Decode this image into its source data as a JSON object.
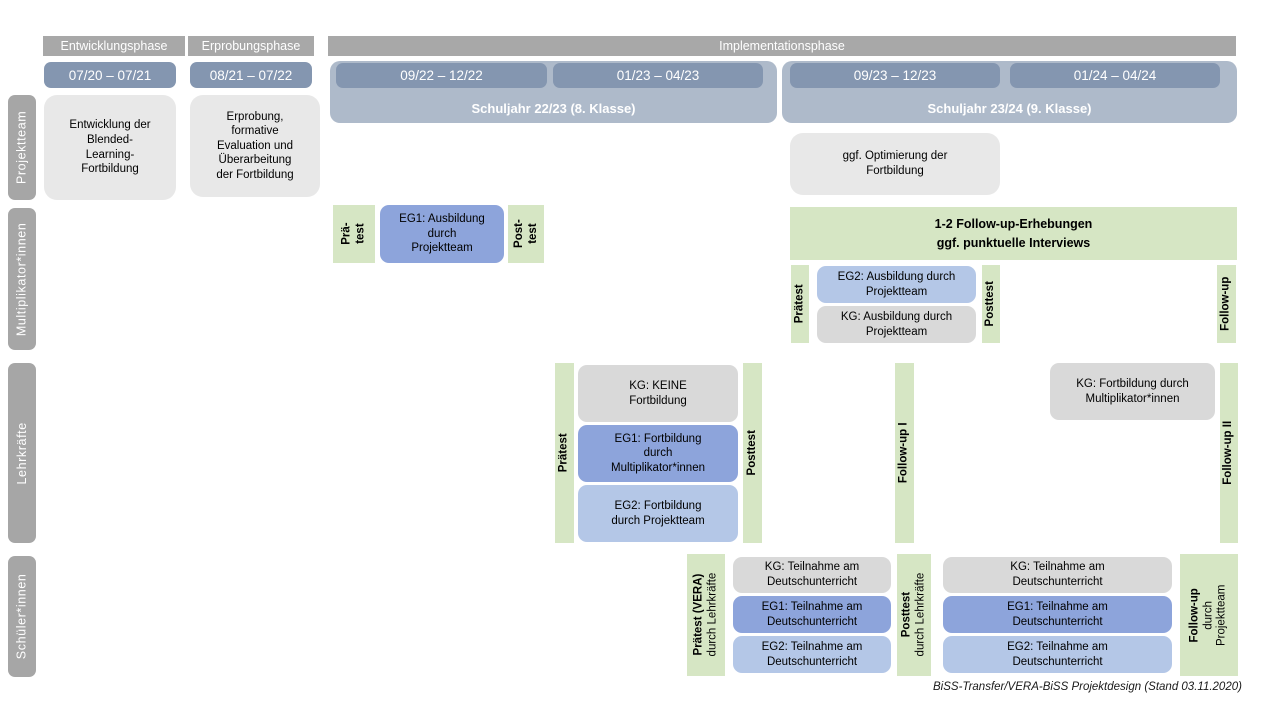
{
  "header": {
    "phases": {
      "entwicklung": "Entwicklungsphase",
      "erprobung": "Erprobungsphase",
      "implementation": "Implementationsphase"
    },
    "dates": [
      "07/20 – 07/21",
      "08/21 – 07/22",
      "09/22 – 12/22",
      "01/23 – 04/23",
      "09/23 – 12/23",
      "01/24 – 04/24"
    ],
    "school_years": [
      "Schuljahr 22/23 (8. Klasse)",
      "Schuljahr 23/24 (9. Klasse)"
    ]
  },
  "row_labels": [
    "Projektteam",
    "Multiplikator*innen",
    "Lehrkräfte",
    "Schüler*innen"
  ],
  "projektteam": {
    "entwicklung_box": {
      "lines": [
        "Entwicklung der",
        "Blended-",
        "Learning-",
        "Fortbildung"
      ]
    },
    "erprobung_box": {
      "lines": [
        "Erprobung,",
        "formative",
        "Evaluation und",
        "Überarbeitung",
        "der Fortbildung"
      ]
    },
    "optimierung_box": {
      "lines": [
        "ggf. Optimierung der",
        "Fortbildung"
      ]
    }
  },
  "multiplikatoren": {
    "praetest1": {
      "lines": [
        "Prä-",
        "test"
      ]
    },
    "eg1": {
      "lines": [
        "EG1: Ausbildung",
        "durch",
        "Projektteam"
      ]
    },
    "posttest1": {
      "lines": [
        "Post-",
        "test"
      ]
    },
    "followup_erhebungen": {
      "lines": [
        "1-2 Follow-up-Erhebungen",
        "ggf. punktuelle Interviews"
      ]
    },
    "praetest2": "Prätest",
    "eg2": {
      "lines": [
        "EG2: Ausbildung durch",
        "Projektteam"
      ]
    },
    "kg": {
      "lines": [
        "KG: Ausbildung durch",
        "Projektteam"
      ]
    },
    "posttest2": "Posttest",
    "followup": "Follow-up"
  },
  "lehrkraefte": {
    "praetest": "Prätest",
    "kg1": {
      "lines": [
        "KG: KEINE",
        "Fortbildung"
      ]
    },
    "eg1": {
      "lines": [
        "EG1: Fortbildung",
        "durch",
        "Multiplikator*innen"
      ]
    },
    "eg2": {
      "lines": [
        "EG2: Fortbildung",
        "durch Projektteam"
      ]
    },
    "posttest": "Posttest",
    "followup1": "Follow-up I",
    "kg2": {
      "lines": [
        "KG: Fortbildung durch",
        "Multiplikator*innen"
      ]
    },
    "followup2": "Follow-up II"
  },
  "schueler": {
    "praetest": {
      "bold": "Prätest (VERA)",
      "sub": "durch Lehrkräfte"
    },
    "sem1": {
      "kg": {
        "lines": [
          "KG: Teilnahme am",
          "Deutschunterricht"
        ]
      },
      "eg1": {
        "lines": [
          "EG1: Teilnahme am",
          "Deutschunterricht"
        ]
      },
      "eg2": {
        "lines": [
          "EG2: Teilnahme am",
          "Deutschunterricht"
        ]
      }
    },
    "posttest": {
      "bold": "Posttest",
      "sub": "durch Lehrkräfte"
    },
    "sem2": {
      "kg": {
        "lines": [
          "KG: Teilnahme am",
          "Deutschunterricht"
        ]
      },
      "eg1": {
        "lines": [
          "EG1: Teilnahme am",
          "Deutschunterricht"
        ]
      },
      "eg2": {
        "lines": [
          "EG2: Teilnahme am",
          "Deutschunterricht"
        ]
      }
    },
    "followup": {
      "bold": "Follow-up",
      "sub1": "durch",
      "sub2": "Projektteam"
    }
  },
  "footer": {
    "caption": "BiSS-Transfer/VERA-BiSS Projektdesign (Stand 03.11.2020)"
  },
  "colors": {
    "phase_header_gray": "#a8a8a8",
    "row_label_gray": "#a6a6a6",
    "date_pill_blue": "#8496b0",
    "school_year_blue": "#aebaca",
    "project_box_gray": "#e8e8e8",
    "kg_box_gray": "#d9d9d9",
    "eg1_blue": "#8da4db",
    "eg2_light_blue": "#b4c7e7",
    "survey_green": "#d6e6c4"
  }
}
